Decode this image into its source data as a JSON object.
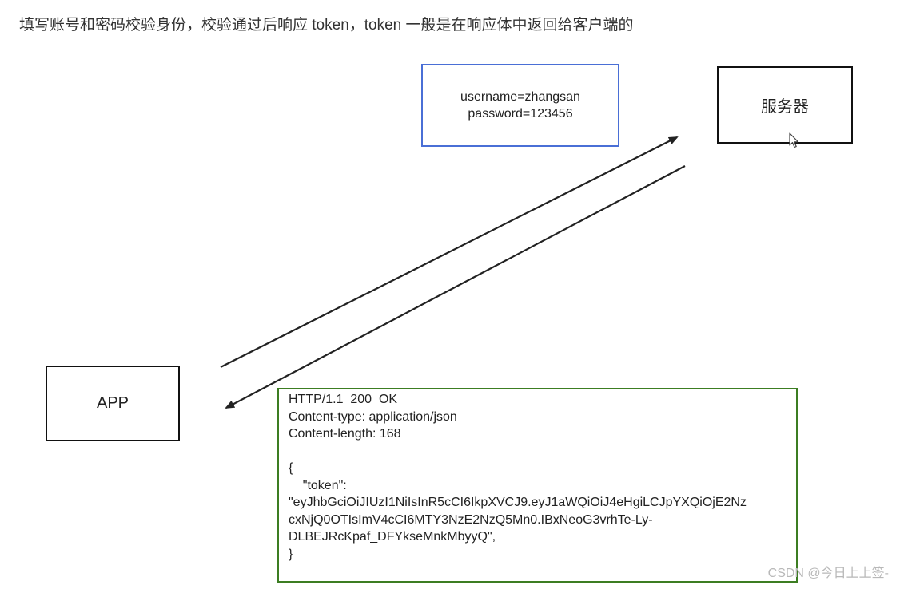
{
  "heading": "填写账号和密码校验身份，校验通过后响应 token，token 一般是在响应体中返回给客户端的",
  "request": {
    "line1": "username=zhangsan",
    "line2": "password=123456"
  },
  "server": {
    "label": "服务器"
  },
  "app": {
    "label": "APP"
  },
  "response": {
    "status_line": "HTTP/1.1  200  OK",
    "content_type": "Content-type: application/json",
    "content_length": "Content-length: 168",
    "body_open": "{",
    "token_key": "    \"token\":",
    "token_line1": "\"eyJhbGciOiJIUzI1NiIsInR5cCI6IkpXVCJ9.eyJ1aWQiOiJ4eHgiLCJpYXQiOjE2Nz",
    "token_line2": "cxNjQ0OTIsImV4cCI6MTY3NzE2NzQ5Mn0.IBxNeoG3vrhTe-Ly-",
    "token_line3": "DLBEJRcKpaf_DFYkseMnkMbyyQ\",",
    "body_close": "}"
  },
  "colors": {
    "request_border": "#4a6fd6",
    "response_border": "#3c7d22",
    "box_border": "#111111"
  },
  "watermark": "CSDN @今日上上签-"
}
